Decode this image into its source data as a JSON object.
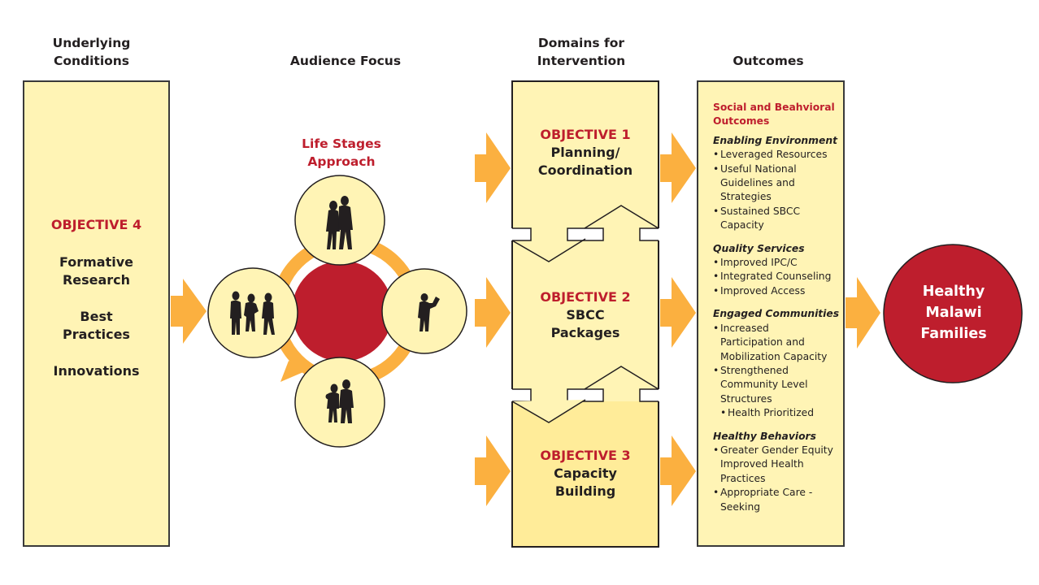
{
  "headers": {
    "underlying": [
      "Underlying",
      "Conditions"
    ],
    "audience": "Audience Focus",
    "domains": [
      "Domains for",
      "Intervention"
    ],
    "outcomes": "Outcomes"
  },
  "objective4": {
    "label": "OBJECTIVE 4",
    "items": [
      [
        "Formative",
        "Research"
      ],
      [
        "Best",
        "Practices"
      ],
      [
        "Innovations"
      ]
    ]
  },
  "audience_focus": {
    "title": [
      "Life Stages",
      "Approach"
    ],
    "stages": [
      {
        "name": "young-adults-couple",
        "position": "top"
      },
      {
        "name": "child-reading",
        "position": "right"
      },
      {
        "name": "family",
        "position": "bottom"
      },
      {
        "name": "adolescents-group",
        "position": "left"
      }
    ]
  },
  "objectives": [
    {
      "label": "OBJECTIVE 1",
      "text": [
        "Planning/",
        "Coordination"
      ]
    },
    {
      "label": "OBJECTIVE 2",
      "text": [
        "SBCC",
        "Packages"
      ]
    },
    {
      "label": "OBJECTIVE 3",
      "text": [
        "Capacity",
        "Building"
      ]
    }
  ],
  "outcomes_panel": {
    "title": [
      "Social and Beahvioral",
      "Outcomes"
    ],
    "sections": [
      {
        "heading": "Enabling Environment",
        "items": [
          {
            "lines": [
              "Leveraged Resources"
            ]
          },
          {
            "lines": [
              "Useful National",
              "Guidelines and",
              "Strategies"
            ]
          },
          {
            "lines": [
              "Sustained SBCC",
              "Capacity"
            ]
          }
        ]
      },
      {
        "heading": "Quality Services",
        "items": [
          {
            "lines": [
              "Improved IPC/C"
            ]
          },
          {
            "lines": [
              "Integrated Counseling"
            ]
          },
          {
            "lines": [
              "Improved Access"
            ]
          }
        ]
      },
      {
        "heading": "Engaged Communities",
        "items": [
          {
            "lines": [
              "Increased",
              "Participation and",
              "Mobilization Capacity"
            ]
          },
          {
            "lines": [
              "Strengthened",
              "Community Level",
              "Structures"
            ]
          },
          {
            "lines": [
              "Health Prioritized"
            ],
            "sub": true
          }
        ]
      },
      {
        "heading": "Healthy Behaviors",
        "items": [
          {
            "lines": [
              "Greater Gender Equity",
              "Improved Health",
              "Practices"
            ]
          },
          {
            "lines": [
              "Appropriate Care -",
              "Seeking"
            ]
          }
        ]
      }
    ]
  },
  "goal": [
    "Healthy",
    "Malawi",
    "Families"
  ],
  "colors": {
    "box_fill": "#fff4b5",
    "box_fill_dark": "#ffec99",
    "accent_red": "#be1e2d",
    "arrow_orange": "#fbb040",
    "outline": "#3a3a3a"
  }
}
